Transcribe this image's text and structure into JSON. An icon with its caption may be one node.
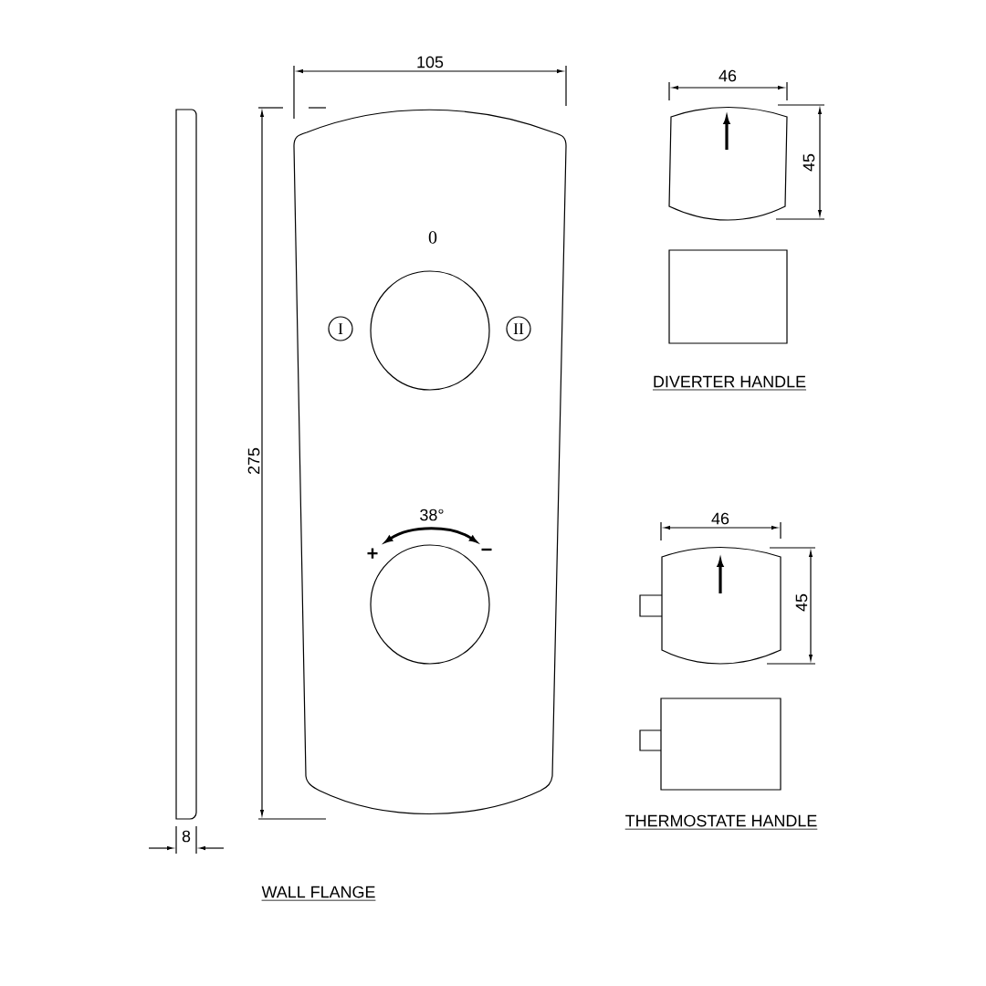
{
  "diagram": {
    "nodes": [
      {
        "text": [
          "I"
        ]
      },
      {
        "text": [
          "II"
        ]
      }
    ],
    "labels": [
      "105",
      "46",
      "45",
      "0",
      "DIVERTER HANDLE",
      "275",
      "38°",
      "46",
      "+",
      "−",
      "45",
      "8",
      "THERMOSTATE HANDLE",
      "WALL FLANGE"
    ]
  }
}
